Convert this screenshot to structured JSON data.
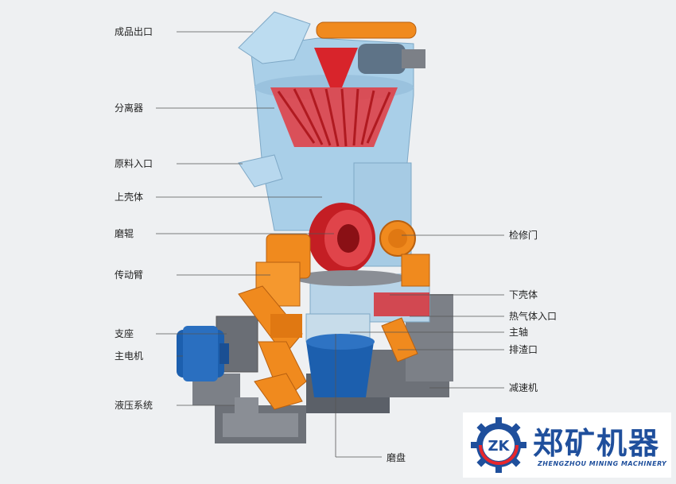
{
  "labels_left": [
    "成品出口",
    "分离器",
    "原料入口",
    "上壳体",
    "磨辊",
    "传动臂",
    "支座",
    "主电机",
    "液压系统"
  ],
  "labels_right": [
    "检修门",
    "下壳体",
    "热气体入口",
    "主轴",
    "排渣口",
    "减速机"
  ],
  "label_bottom": "磨盘",
  "brand": {
    "logo_text": "ZK",
    "name": "郑矿机器",
    "subtitle": "ZHENGZHOU MINING MACHINERY"
  },
  "colors": {
    "housing_blue": "#a9cfe8",
    "orange": "#f08a1e",
    "red": "#d8242b",
    "steel_gray": "#7c8087",
    "motor_blue": "#1c5fae",
    "brand_blue": "#1f4f9c"
  }
}
